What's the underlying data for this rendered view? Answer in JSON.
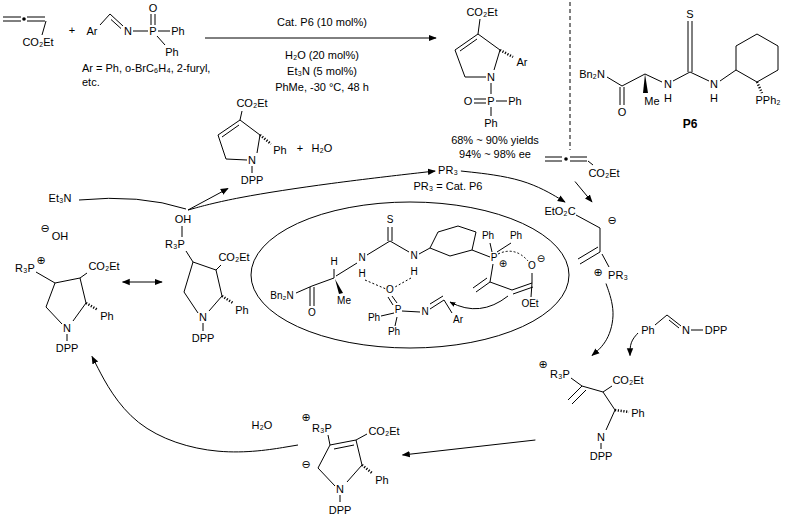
{
  "diagram": {
    "nodes": [
      {
        "text": [
          "CO₂Et",
          "Ph",
          "N",
          "DPP"
        ]
      },
      {
        "text": [
          "PR₃"
        ]
      },
      {
        "text": [
          "CO₂Et"
        ]
      },
      {
        "text": [
          "EtO₂C",
          "⊖",
          "⊕",
          "PR₃"
        ]
      },
      {
        "text": [
          "⊖",
          "OH",
          "⊕",
          "R₃P",
          "CO₂Et",
          "Ph",
          "N",
          "DPP"
        ]
      },
      {
        "text": [
          "OH",
          "R₃P",
          "CO₂Et",
          "Ph",
          "N",
          "DPP"
        ]
      },
      {
        "text": [
          "Bn₂N",
          "O",
          "H",
          "Me",
          "N",
          "H",
          "S",
          "N",
          "H",
          "O",
          "P",
          "Ph",
          "Ph",
          "N",
          "Ar",
          "Ph",
          "Ph",
          "P",
          "⊕",
          "O",
          "⊖",
          "OEt"
        ]
      },
      {
        "text": [
          "Ph",
          "N",
          "DPP"
        ]
      },
      {
        "text": [
          "⊕",
          "R₃P",
          "CO₂Et",
          "Ph",
          "N",
          "DPP"
        ]
      },
      {
        "text": [
          "⊕",
          "R₃P",
          "CO₂Et",
          "⊖",
          "Ph",
          "N",
          "DPP"
        ]
      }
    ],
    "edges": [
      {
        "from": 1,
        "to": 3,
        "arrow": "to"
      },
      {
        "from": 2,
        "to": 3,
        "arrow": "to"
      },
      {
        "from": 3,
        "to": 8,
        "arrow": "to"
      },
      {
        "from": 7,
        "to": 8,
        "arrow": "to"
      },
      {
        "from": 8,
        "to": 9,
        "arrow": "to"
      },
      {
        "from": 9,
        "to": 4,
        "label": "H₂O",
        "arrow": "to"
      },
      {
        "from": 4,
        "to": 5,
        "arrow": "both"
      },
      {
        "from": 5,
        "to": 1,
        "arrow": "to"
      },
      {
        "from": 5,
        "to": 0,
        "arrow": "to"
      }
    ],
    "labels": [
      "+",
      "Ar = Ph, o-BrC₆H₄, 2-furyl, etc.",
      "Cat. P6 (10 mol%)",
      "H₂O (20 mol%)",
      "Et₃N (5 mol%)",
      "PhMe, -30 °C, 48 h",
      "CO₂Et",
      "Ar",
      "N",
      "P",
      "O",
      "Ph",
      "Ph",
      "CO₂Et",
      "Ar",
      "N",
      "P",
      "O",
      "Ph",
      "Ph",
      "68% ~ 90% yields",
      "94% ~ 98% ee",
      "Bn₂N",
      "O",
      "Me",
      "N",
      "H",
      "S",
      "N",
      "H",
      "PPh₂",
      "P6",
      "+",
      "H₂O",
      "PR₃ = Cat. P6",
      "Et₃N"
    ]
  }
}
